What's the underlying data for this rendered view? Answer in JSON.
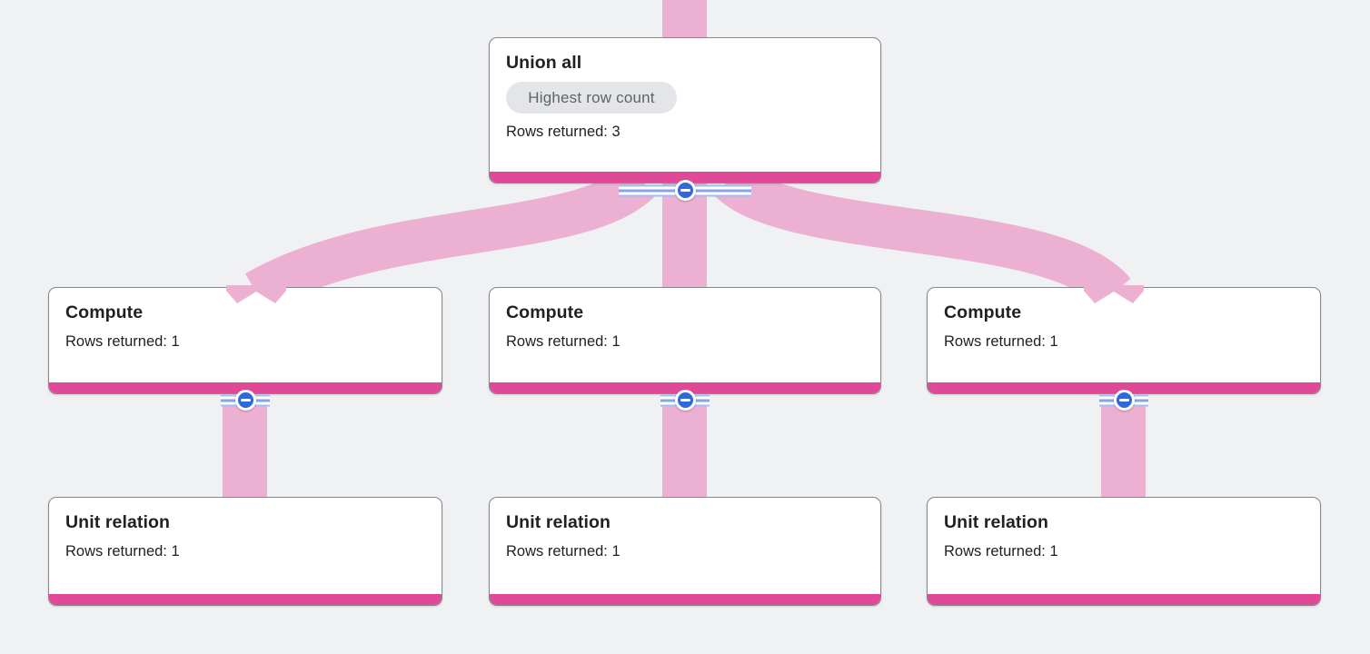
{
  "graph": {
    "name": "query-execution-graph",
    "direction": "children feed rows upward into parents"
  },
  "colors": {
    "bg": "#f0f1f3",
    "edge_pink": "#ecb0d3",
    "stage_pink": "#e04898",
    "collapse_blue": "#3169d9",
    "stripe_blue": "#a5bdf1",
    "stripe_blue_mid": "#87a4ea",
    "card_border": "#85898e",
    "badge_bg": "#e4e5e8",
    "badge_text": "#5f6368",
    "text": "#202124"
  },
  "nodes": [
    {
      "id": "union-all",
      "title": "Union all",
      "badge": "Highest row count",
      "rows": "Rows returned: 3"
    },
    {
      "id": "compute-left",
      "title": "Compute",
      "rows": "Rows returned: 1"
    },
    {
      "id": "compute-center",
      "title": "Compute",
      "rows": "Rows returned: 1"
    },
    {
      "id": "compute-right",
      "title": "Compute",
      "rows": "Rows returned: 1"
    },
    {
      "id": "unit-relation-left",
      "title": "Unit relation",
      "rows": "Rows returned: 1"
    },
    {
      "id": "unit-relation-center",
      "title": "Unit relation",
      "rows": "Rows returned: 1"
    },
    {
      "id": "unit-relation-right",
      "title": "Unit relation",
      "rows": "Rows returned: 1"
    }
  ],
  "edges": [
    {
      "from": "union-all",
      "to": "parent-offscreen-above"
    },
    {
      "from": "compute-left",
      "to": "union-all"
    },
    {
      "from": "compute-center",
      "to": "union-all"
    },
    {
      "from": "compute-right",
      "to": "union-all"
    },
    {
      "from": "unit-relation-left",
      "to": "compute-left"
    },
    {
      "from": "unit-relation-center",
      "to": "compute-center"
    },
    {
      "from": "unit-relation-right",
      "to": "compute-right"
    }
  ],
  "collapse_buttons": [
    {
      "node": "union-all",
      "state": "expanded",
      "icon": "minus"
    },
    {
      "node": "compute-left",
      "state": "expanded",
      "icon": "minus"
    },
    {
      "node": "compute-center",
      "state": "expanded",
      "icon": "minus"
    },
    {
      "node": "compute-right",
      "state": "expanded",
      "icon": "minus"
    }
  ]
}
